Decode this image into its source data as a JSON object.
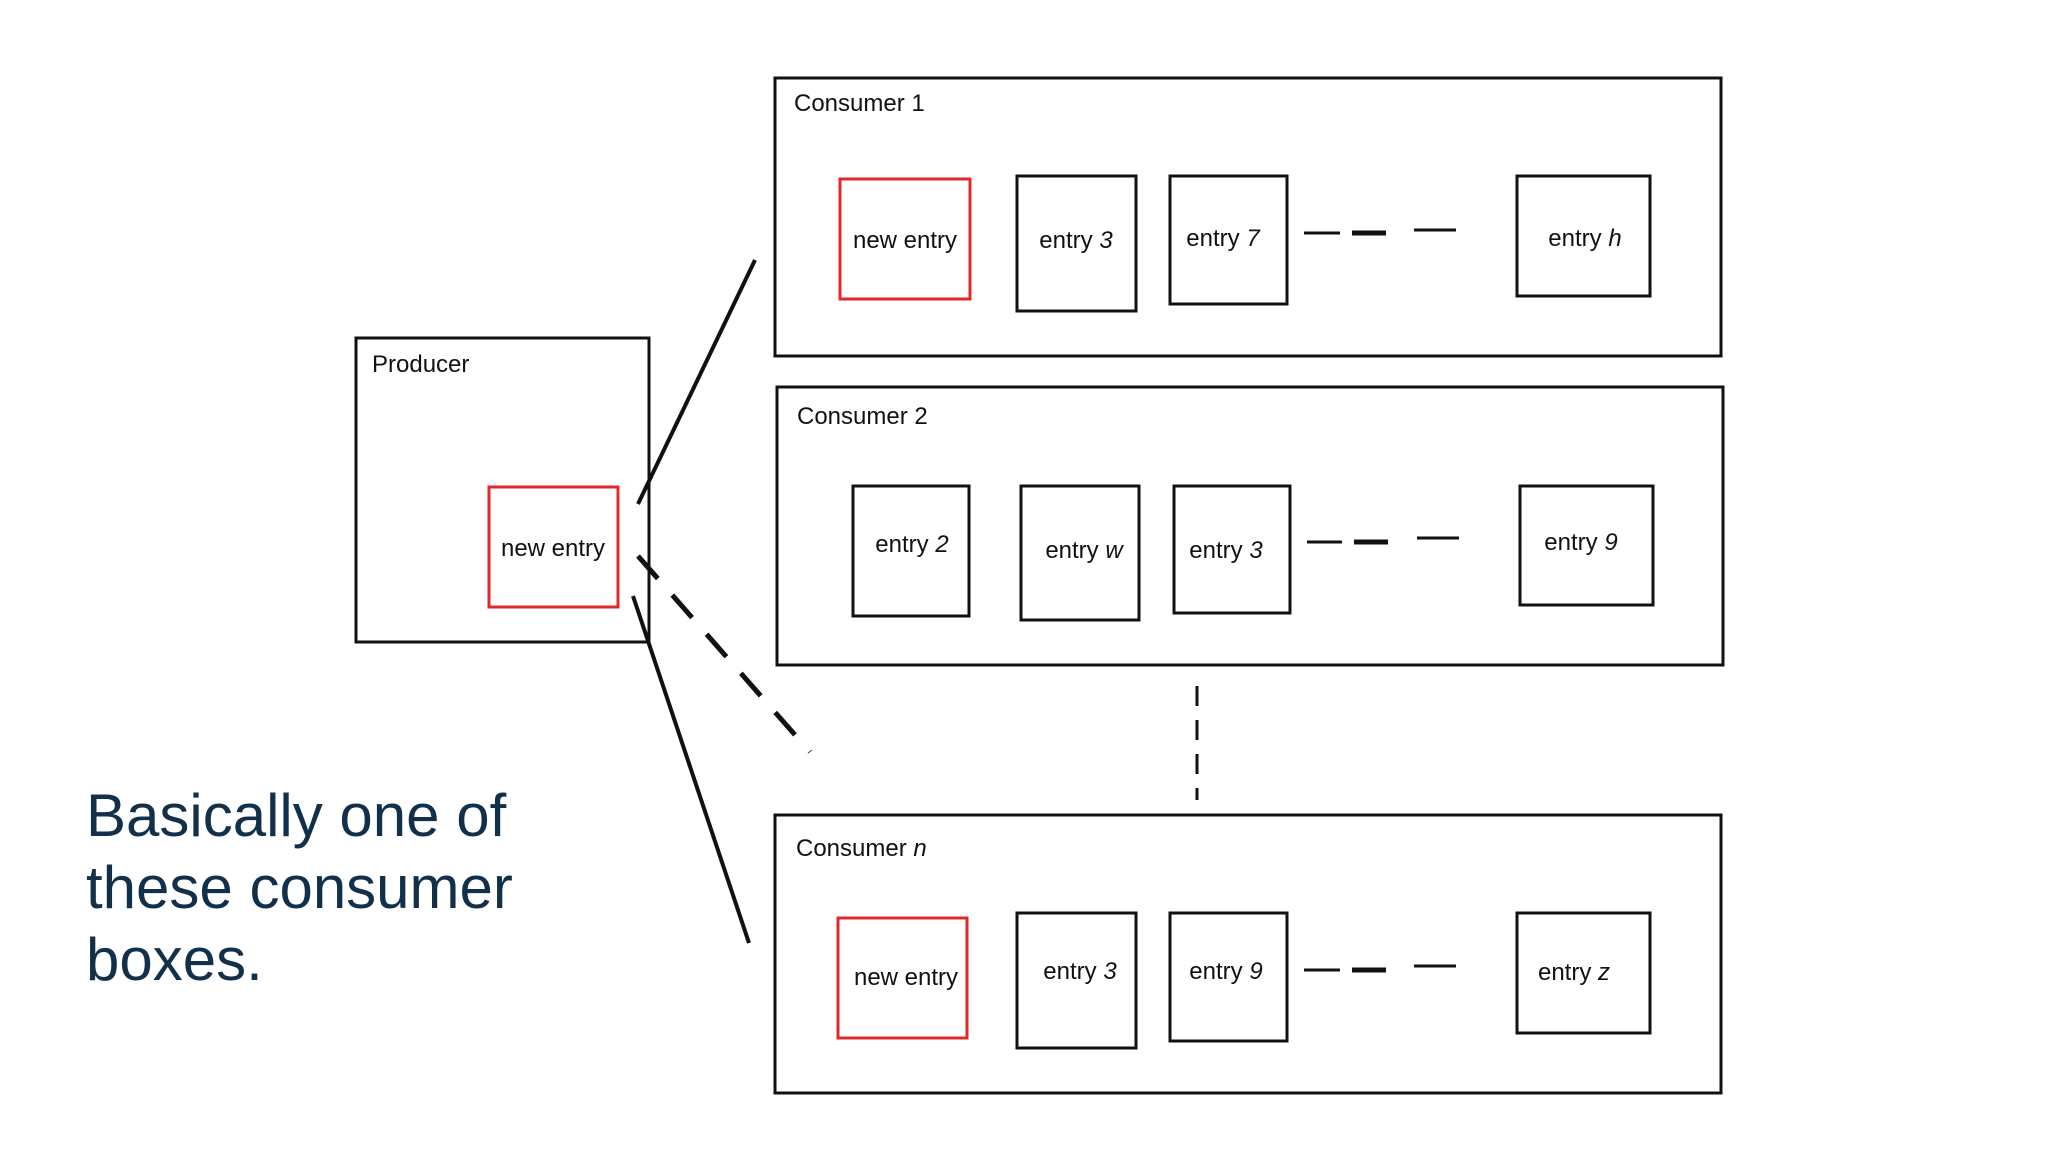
{
  "producer": {
    "title": "Producer",
    "new_entry": "new entry"
  },
  "consumers": [
    {
      "title_prefix": "Consumer",
      "title_index": "1",
      "index_italic": false,
      "entries": [
        {
          "prefix": "new entry",
          "suffix": "",
          "highlight": true
        },
        {
          "prefix": "entry",
          "suffix": "3",
          "highlight": false
        },
        {
          "prefix": "entry",
          "suffix": "7",
          "highlight": false
        },
        {
          "prefix": "entry",
          "suffix": "h",
          "highlight": false
        }
      ]
    },
    {
      "title_prefix": "Consumer",
      "title_index": "2",
      "index_italic": false,
      "entries": [
        {
          "prefix": "entry",
          "suffix": "2",
          "highlight": false
        },
        {
          "prefix": "entry",
          "suffix": "w",
          "highlight": false
        },
        {
          "prefix": "entry",
          "suffix": "3",
          "highlight": false
        },
        {
          "prefix": "entry",
          "suffix": "9",
          "highlight": false
        }
      ]
    },
    {
      "title_prefix": "Consumer",
      "title_index": "n",
      "index_italic": true,
      "entries": [
        {
          "prefix": "new entry",
          "suffix": "",
          "highlight": true
        },
        {
          "prefix": "entry",
          "suffix": "3",
          "highlight": false
        },
        {
          "prefix": "entry",
          "suffix": "9",
          "highlight": false
        },
        {
          "prefix": "entry",
          "suffix": "z",
          "highlight": false
        }
      ]
    }
  ],
  "caption": {
    "line1": "Basically one of",
    "line2": "these consumer",
    "line3": "boxes."
  },
  "colors": {
    "stroke": "#111111",
    "highlight": "#e0282c",
    "caption": "#12304a"
  }
}
